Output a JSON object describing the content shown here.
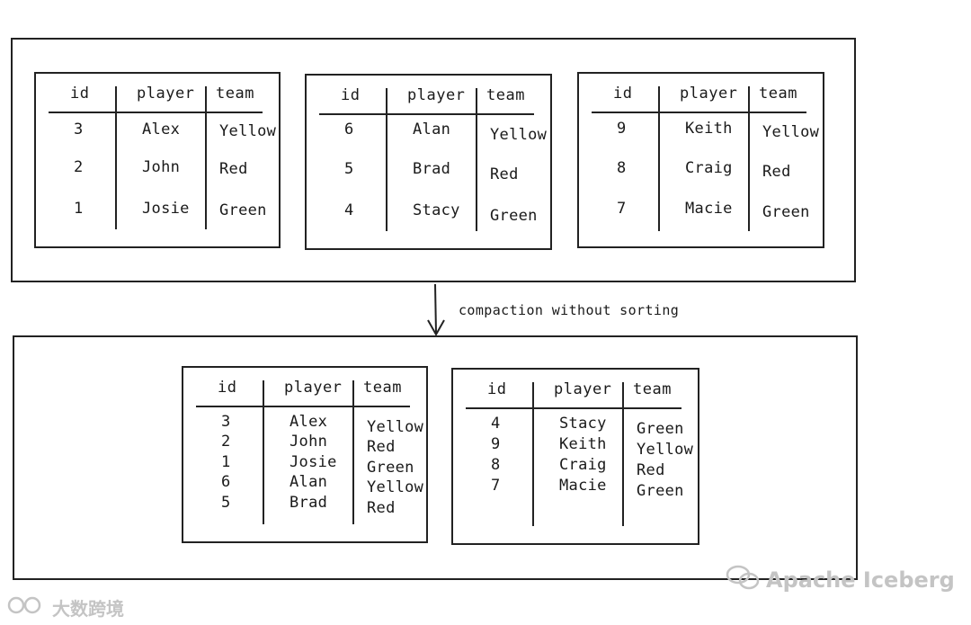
{
  "headers": {
    "id": "id",
    "player": "player",
    "team": "team"
  },
  "arrow_label": "compaction without sorting",
  "before_tables": [
    {
      "rows": [
        [
          "3",
          "Alex",
          "Yellow"
        ],
        [
          "2",
          "John",
          "Red"
        ],
        [
          "1",
          "Josie",
          "Green"
        ]
      ]
    },
    {
      "rows": [
        [
          "6",
          "Alan",
          "Yellow"
        ],
        [
          "5",
          "Brad",
          "Red"
        ],
        [
          "4",
          "Stacy",
          "Green"
        ]
      ]
    },
    {
      "rows": [
        [
          "9",
          "Keith",
          "Yellow"
        ],
        [
          "8",
          "Craig",
          "Red"
        ],
        [
          "7",
          "Macie",
          "Green"
        ]
      ]
    }
  ],
  "after_tables": [
    {
      "rows": [
        [
          "3",
          "Alex",
          "Yellow"
        ],
        [
          "2",
          "John",
          "Red"
        ],
        [
          "1",
          "Josie",
          "Green"
        ],
        [
          "6",
          "Alan",
          "Yellow"
        ],
        [
          "5",
          "Brad",
          "Red"
        ]
      ]
    },
    {
      "rows": [
        [
          "4",
          "Stacy",
          "Green"
        ],
        [
          "9",
          "Keith",
          "Yellow"
        ],
        [
          "8",
          "Craig",
          "Red"
        ],
        [
          "7",
          "Macie",
          "Green"
        ]
      ]
    }
  ],
  "watermarks": {
    "right": "Apache Iceberg",
    "left": "大数跨境"
  }
}
